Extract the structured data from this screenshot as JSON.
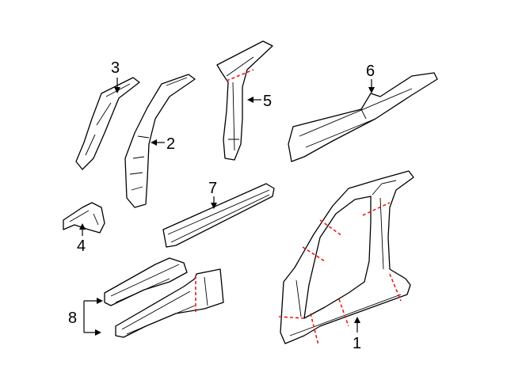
{
  "colors": {
    "line": "#000000",
    "cut_line": "#e8191b",
    "background": "#ffffff"
  },
  "callouts": {
    "c1": "1",
    "c2": "2",
    "c3": "3",
    "c4": "4",
    "c5": "5",
    "c6": "6",
    "c7": "7",
    "c8": "8"
  }
}
